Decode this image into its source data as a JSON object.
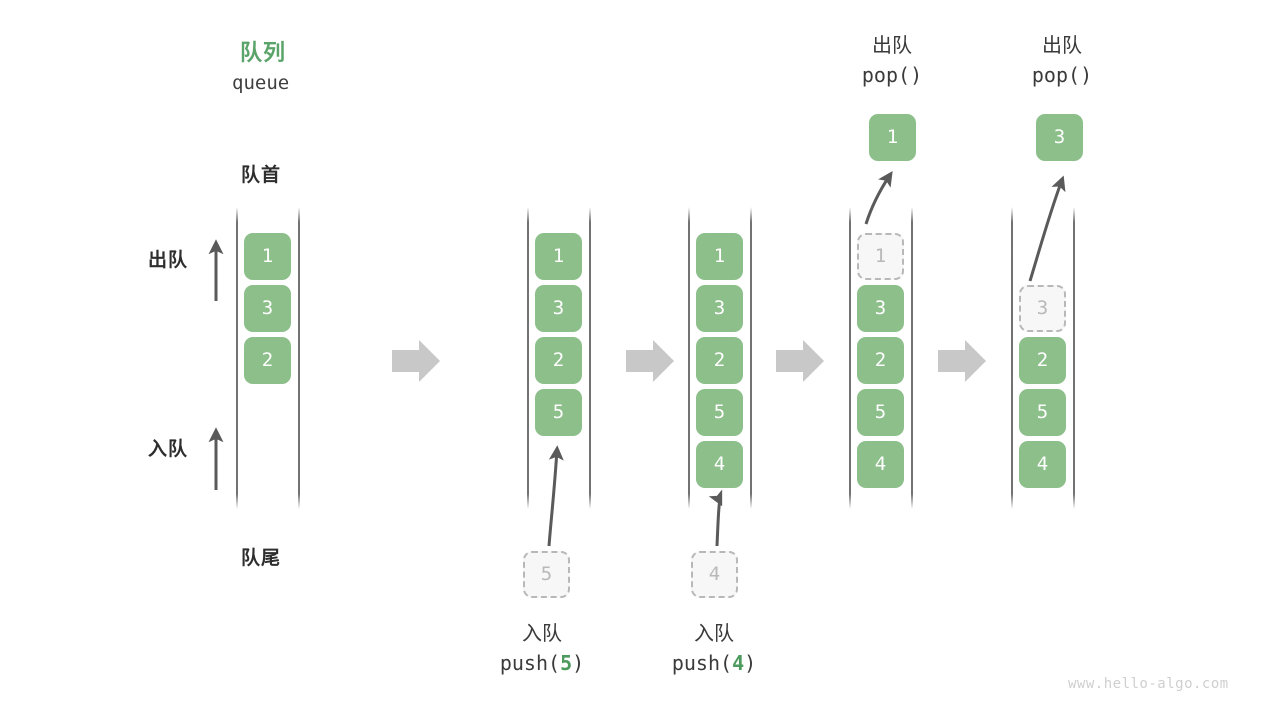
{
  "diagram": {
    "title_cn": "队列",
    "title_en": "queue",
    "front_label": "队首",
    "rear_label": "队尾",
    "dequeue_side_label": "出队",
    "enqueue_side_label": "入队",
    "watermark": "www.hello-algo.com",
    "colors": {
      "accent_green": "#5aa469",
      "cell_green": "#8cbf8a",
      "ghost_border": "#b8b8b8",
      "ghost_text": "#b9b9b9",
      "rail": "#5a5a5a",
      "arrow": "#5a5a5a",
      "separator_arrow": "#c8c8c8",
      "watermark": "#cfcfcf"
    }
  },
  "steps": [
    {
      "id": "state-initial",
      "cells": [
        {
          "value": "1",
          "state": "filled"
        },
        {
          "value": "3",
          "state": "filled"
        },
        {
          "value": "2",
          "state": "filled"
        }
      ],
      "operation": null,
      "incoming": null,
      "popped": null
    },
    {
      "id": "state-after-push-5",
      "cells": [
        {
          "value": "1",
          "state": "filled"
        },
        {
          "value": "3",
          "state": "filled"
        },
        {
          "value": "2",
          "state": "filled"
        },
        {
          "value": "5",
          "state": "filled"
        }
      ],
      "operation": {
        "cn": "入队",
        "code_prefix": "push(",
        "code_arg": "5",
        "code_suffix": ")"
      },
      "incoming": {
        "value": "5",
        "state": "ghost"
      },
      "popped": null
    },
    {
      "id": "state-after-push-4",
      "cells": [
        {
          "value": "1",
          "state": "filled"
        },
        {
          "value": "3",
          "state": "filled"
        },
        {
          "value": "2",
          "state": "filled"
        },
        {
          "value": "5",
          "state": "filled"
        },
        {
          "value": "4",
          "state": "filled"
        }
      ],
      "operation": {
        "cn": "入队",
        "code_prefix": "push(",
        "code_arg": "4",
        "code_suffix": ")"
      },
      "incoming": {
        "value": "4",
        "state": "ghost"
      },
      "popped": null
    },
    {
      "id": "state-after-pop-1",
      "cells": [
        {
          "value": "1",
          "state": "ghost"
        },
        {
          "value": "3",
          "state": "filled"
        },
        {
          "value": "2",
          "state": "filled"
        },
        {
          "value": "5",
          "state": "filled"
        },
        {
          "value": "4",
          "state": "filled"
        }
      ],
      "operation": {
        "cn": "出队",
        "code_prefix": "pop(",
        "code_arg": "",
        "code_suffix": ")"
      },
      "incoming": null,
      "popped": {
        "value": "1",
        "state": "popped"
      }
    },
    {
      "id": "state-after-pop-3",
      "cells": [
        {
          "value": "",
          "state": "empty"
        },
        {
          "value": "3",
          "state": "ghost"
        },
        {
          "value": "2",
          "state": "filled"
        },
        {
          "value": "5",
          "state": "filled"
        },
        {
          "value": "4",
          "state": "filled"
        }
      ],
      "operation": {
        "cn": "出队",
        "code_prefix": "pop(",
        "code_arg": "",
        "code_suffix": ")"
      },
      "incoming": null,
      "popped": {
        "value": "3",
        "state": "popped"
      }
    }
  ],
  "separators": [
    {
      "name": "separator-arrow-1"
    },
    {
      "name": "separator-arrow-2"
    },
    {
      "name": "separator-arrow-3"
    },
    {
      "name": "separator-arrow-4"
    }
  ]
}
